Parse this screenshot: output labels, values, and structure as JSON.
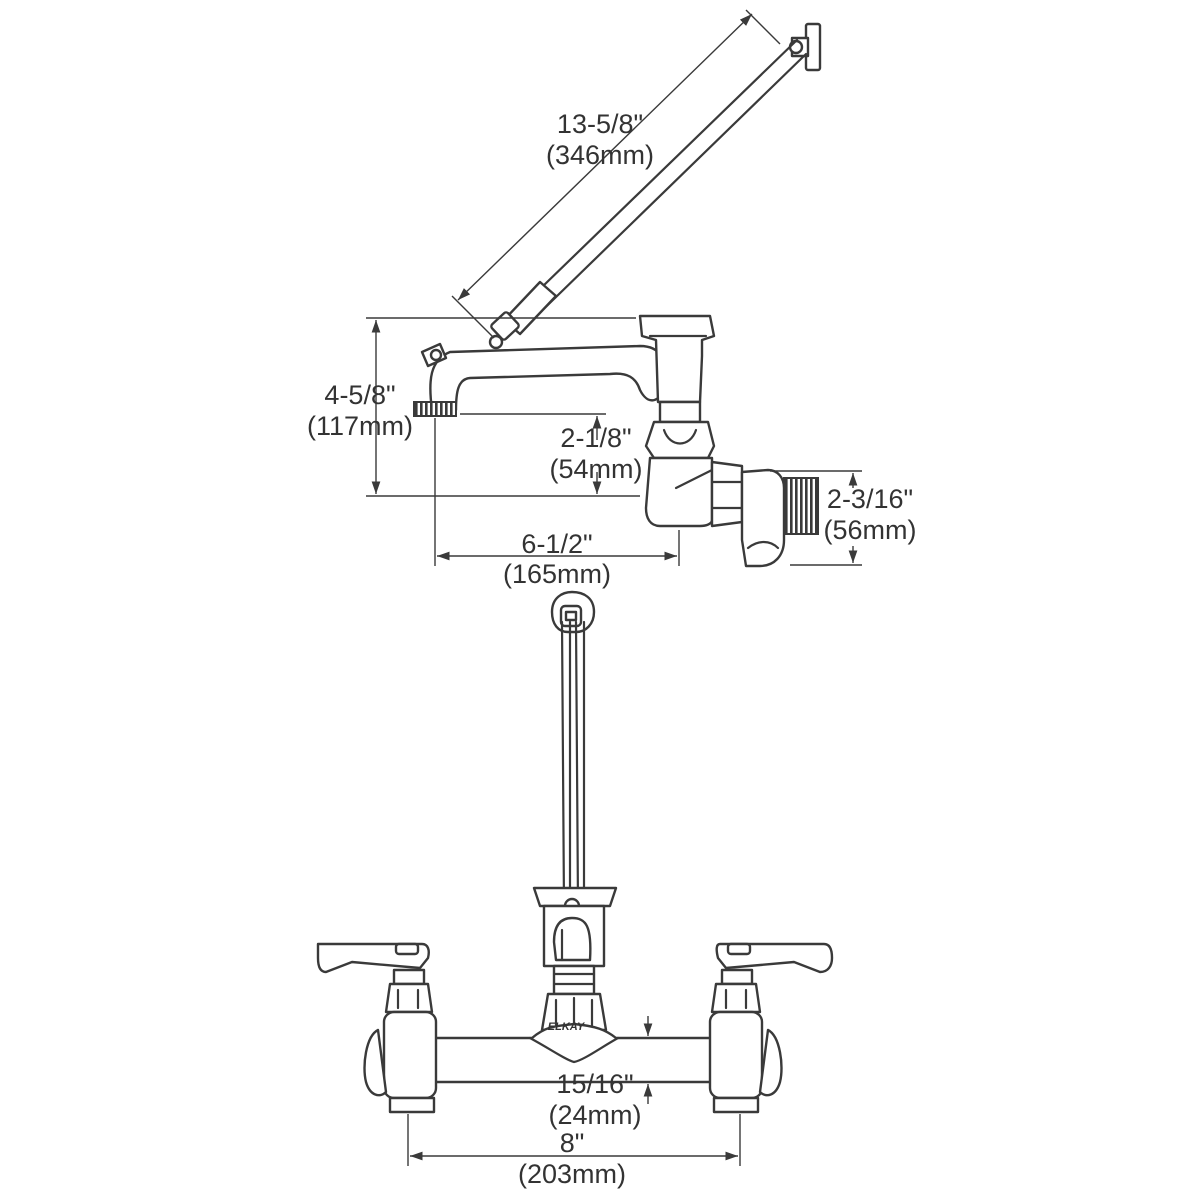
{
  "dimensions": {
    "arm_length": {
      "imperial": "13-5/8\"",
      "metric": "(346mm)"
    },
    "spout_height": {
      "imperial": "4-5/8\"",
      "metric": "(117mm)"
    },
    "outlet_height": {
      "imperial": "2-1/8\"",
      "metric": "(54mm)"
    },
    "inlet_height": {
      "imperial": "2-3/16\"",
      "metric": "(56mm)"
    },
    "spout_reach": {
      "imperial": "6-1/2\"",
      "metric": "(165mm)"
    },
    "body_offset": {
      "imperial": "15/16\"",
      "metric": "(24mm)"
    },
    "centers": {
      "imperial": "8\"",
      "metric": "(203mm)"
    }
  },
  "brand": {
    "logo_text": "ELKAY"
  },
  "colors": {
    "line": "#3a3a3a",
    "background": "#ffffff"
  }
}
